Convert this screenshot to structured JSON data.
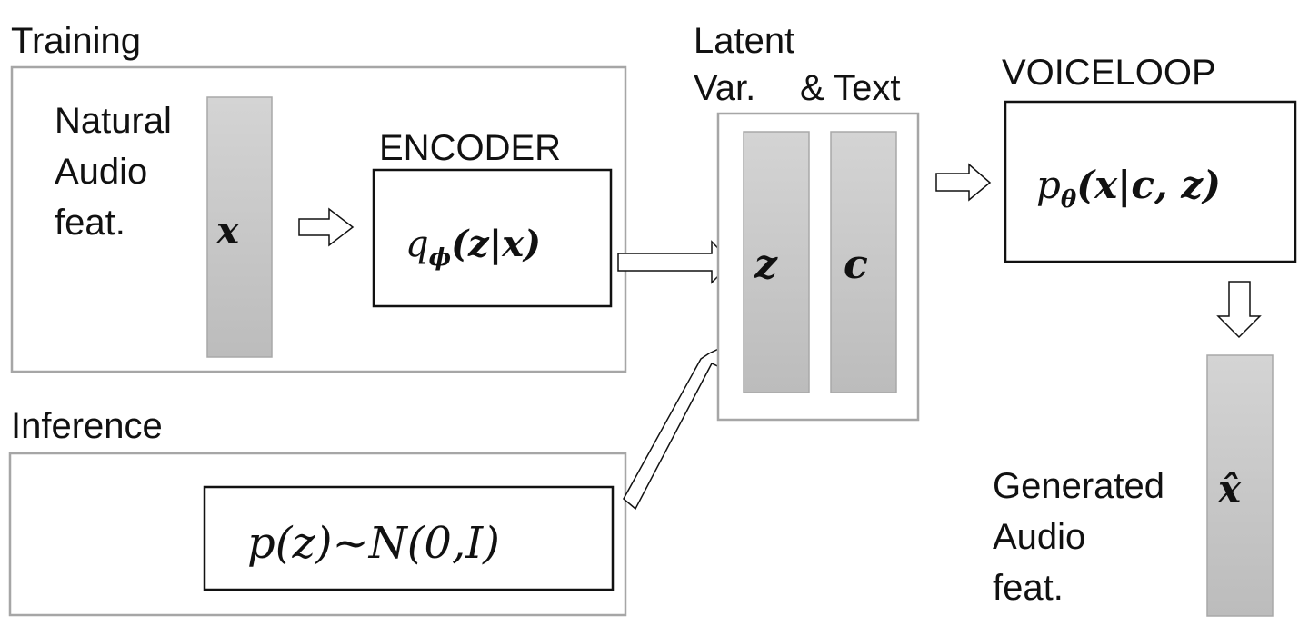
{
  "training": {
    "title": "Training",
    "input_label": [
      "Natural",
      "Audio",
      "feat."
    ],
    "input_var": "x",
    "encoder_title": "ENCODER",
    "encoder_formula": {
      "base": "q",
      "sub": "ϕ",
      "body": "(z|x)"
    }
  },
  "inference": {
    "title": "Inference",
    "prior_formula": "p(z)~N(0,I)"
  },
  "latent": {
    "title_line1": "Latent",
    "title_line2_a": "Var.",
    "title_line2_b": "& Text",
    "z_var": "z",
    "c_var": "c"
  },
  "voiceloop": {
    "title": "VOICELOOP",
    "formula": {
      "base": "p",
      "sub": "θ",
      "body": "(x|c, z)"
    }
  },
  "output": {
    "label": [
      "Generated",
      "Audio",
      "feat."
    ],
    "var": "x̂"
  },
  "colors": {
    "bar_top": "#d4d4d4",
    "bar_bottom": "#bdbdbd",
    "group_border": "#a6a6a6",
    "block_border": "#111111"
  }
}
